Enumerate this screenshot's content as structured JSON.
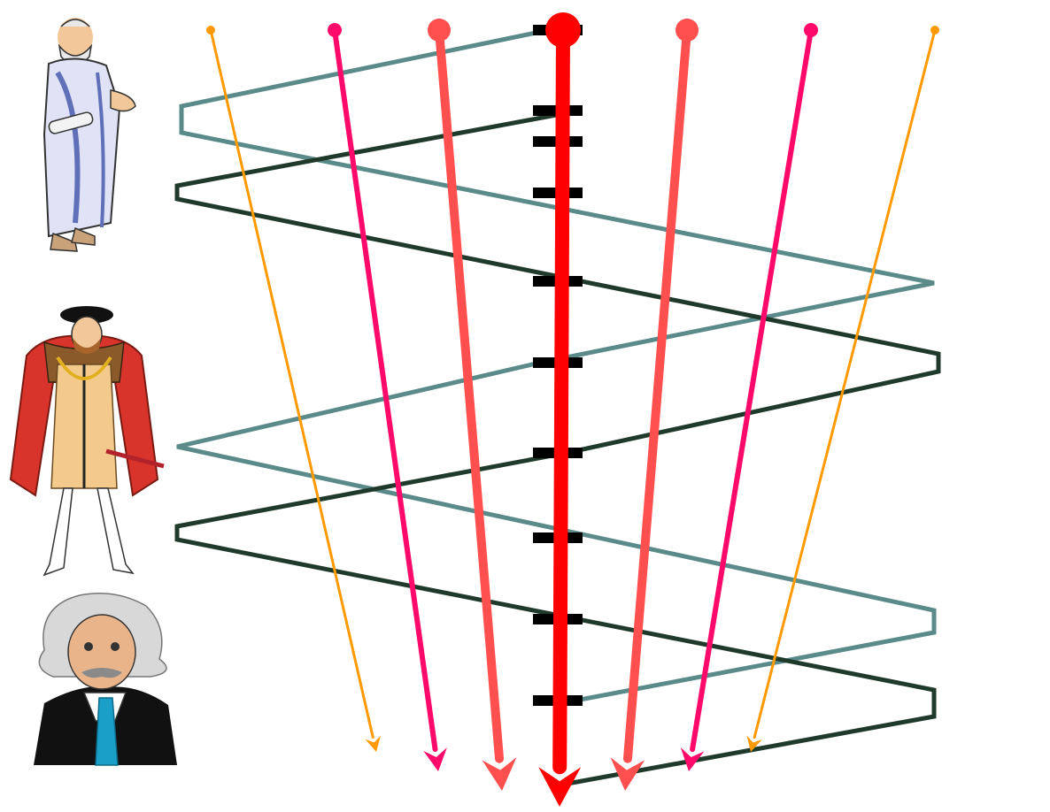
{
  "figures": [
    {
      "name": "ancient-greek-philosopher",
      "robe": "#dfe3f5",
      "robe_shade": "#5f6fb8",
      "skin": "#f2c89a"
    },
    {
      "name": "tudor-king",
      "cloak": "#d9342b",
      "tunic": "#f4c98c",
      "fur": "#8a5a2b",
      "skin": "#f2c89a"
    },
    {
      "name": "einstein",
      "hair": "#d8d8d8",
      "suit": "#111111",
      "tie": "#1aa0c8",
      "skin": "#e9b48a"
    }
  ],
  "colors": {
    "background": "#ffffff",
    "zigzag_dark": "#1f3a2a",
    "zigzag_light": "#5b8a8a",
    "tick": "#000000",
    "center_arrow": "#ff0000",
    "arrow_salmon": "#ff4f4f",
    "arrow_pink": "#ff0a6a",
    "arrow_orange": "#ff9900"
  },
  "arrows": [
    {
      "name": "arrow-orange-left",
      "color": "arrow_orange",
      "weight": "thin"
    },
    {
      "name": "arrow-pink-left",
      "color": "arrow_pink",
      "weight": "medium"
    },
    {
      "name": "arrow-salmon-left",
      "color": "arrow_salmon",
      "weight": "thick"
    },
    {
      "name": "arrow-red-center",
      "color": "center_arrow",
      "weight": "heaviest"
    },
    {
      "name": "arrow-salmon-right",
      "color": "arrow_salmon",
      "weight": "thick"
    },
    {
      "name": "arrow-pink-right",
      "color": "arrow_pink",
      "weight": "medium"
    },
    {
      "name": "arrow-orange-right",
      "color": "arrow_orange",
      "weight": "thin"
    }
  ],
  "tick_count": 10
}
